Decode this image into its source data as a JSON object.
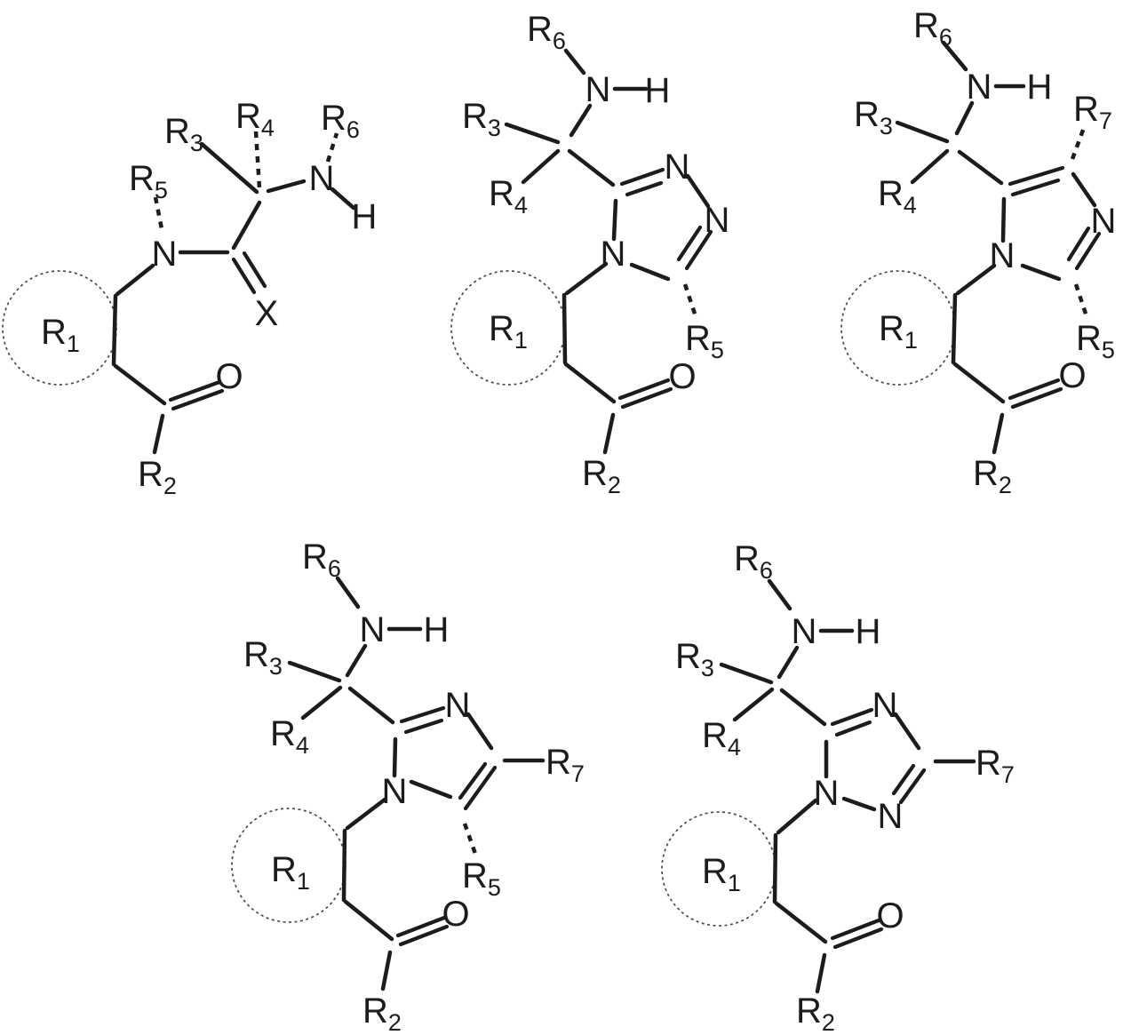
{
  "figure": {
    "colors": {
      "ink": "#1c1c1c",
      "ring_outline": "#4a4a4a",
      "background": "#ffffff"
    }
  },
  "s1": {
    "labels": {
      "R1": {
        "b": "R",
        "s": "1"
      },
      "R2": {
        "b": "R",
        "s": "2"
      },
      "R3": {
        "b": "R",
        "s": "3"
      },
      "R4": {
        "b": "R",
        "s": "4"
      },
      "R5": {
        "b": "R",
        "s": "5"
      },
      "R6": {
        "b": "R",
        "s": "6"
      },
      "N_amide": "N",
      "N_amine": "N",
      "H": "H",
      "X": "X",
      "O": "O"
    }
  },
  "s2": {
    "labels": {
      "R1": {
        "b": "R",
        "s": "1"
      },
      "R2": {
        "b": "R",
        "s": "2"
      },
      "R3": {
        "b": "R",
        "s": "3"
      },
      "R4": {
        "b": "R",
        "s": "4"
      },
      "R5": {
        "b": "R",
        "s": "5"
      },
      "R6": {
        "b": "R",
        "s": "6"
      },
      "N_ring_left": "N",
      "N_ring_topright": "N",
      "N_ring_right": "N",
      "N_amine": "N",
      "H": "H",
      "O": "O"
    }
  },
  "s3": {
    "labels": {
      "R1": {
        "b": "R",
        "s": "1"
      },
      "R2": {
        "b": "R",
        "s": "2"
      },
      "R3": {
        "b": "R",
        "s": "3"
      },
      "R4": {
        "b": "R",
        "s": "4"
      },
      "R5": {
        "b": "R",
        "s": "5"
      },
      "R6": {
        "b": "R",
        "s": "6"
      },
      "R7": {
        "b": "R",
        "s": "7"
      },
      "N_ring_left": "N",
      "N_ring_right": "N",
      "N_amine": "N",
      "H": "H",
      "O": "O"
    }
  },
  "s4": {
    "labels": {
      "R1": {
        "b": "R",
        "s": "1"
      },
      "R2": {
        "b": "R",
        "s": "2"
      },
      "R3": {
        "b": "R",
        "s": "3"
      },
      "R4": {
        "b": "R",
        "s": "4"
      },
      "R5": {
        "b": "R",
        "s": "5"
      },
      "R6": {
        "b": "R",
        "s": "6"
      },
      "R7": {
        "b": "R",
        "s": "7"
      },
      "N_ring_left": "N",
      "N_ring_top": "N",
      "N_amine": "N",
      "H": "H",
      "O": "O"
    }
  },
  "s5": {
    "labels": {
      "R1": {
        "b": "R",
        "s": "1"
      },
      "R2": {
        "b": "R",
        "s": "2"
      },
      "R3": {
        "b": "R",
        "s": "3"
      },
      "R4": {
        "b": "R",
        "s": "4"
      },
      "R6": {
        "b": "R",
        "s": "6"
      },
      "R7": {
        "b": "R",
        "s": "7"
      },
      "N_ring_left": "N",
      "N_ring_top": "N",
      "N_ring_bottom": "N",
      "N_amine": "N",
      "H": "H",
      "O": "O"
    }
  }
}
